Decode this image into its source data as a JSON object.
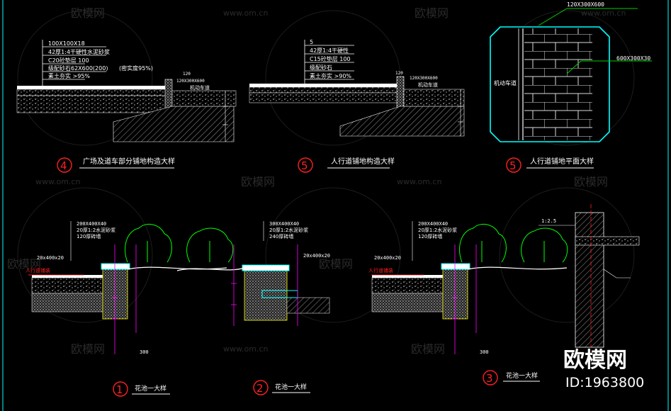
{
  "watermark": {
    "brand": "欧模网",
    "url": "www.om.cn",
    "id_label": "ID:1963800"
  },
  "colors": {
    "background": "#000000",
    "line": "#ffffff",
    "cyan": "#00ffff",
    "green": "#00ff00",
    "magenta": "#ff00ff",
    "yellow": "#ffff00",
    "red": "#ff2020",
    "leader_green": "#00cc00",
    "watermark": "#2a2a2a"
  },
  "detail_top_left": {
    "number": "4",
    "title": "广场及道车部分铺地构造大样",
    "notes": [
      "100X100X18",
      "42厚1:4干硬性水泥砂浆",
      "C20砼垫层 100",
      "级配砂石62X600(200)",
      "素土夯实 >95%",
      "(密实度95%)"
    ],
    "curb": "120",
    "curb_size": "120X300X600",
    "road_label": "机动车道"
  },
  "detail_top_mid": {
    "number": "5",
    "title": "人行道铺地构造大样",
    "notes": [
      "5",
      "42厚1:4干硬性",
      "C15砼垫层 100",
      "级配砂石",
      "素土夯实 >90%"
    ],
    "curb": "120",
    "curb_size": "120X300X600",
    "road_label": "机动车道"
  },
  "detail_top_right": {
    "number": "5",
    "title": "人行道铺地平面大样",
    "top_label": "120X300X600",
    "side_label": "600X300X30",
    "road_label": "机动车道"
  },
  "detail_bot_1": {
    "number": "1",
    "title": "花池一大样",
    "notes": [
      "200X400X40",
      "20厚1:2水泥砂浆",
      "120厚砖墙",
      "20x400x20"
    ],
    "left_label": "人行道铺装",
    "dim": "300"
  },
  "detail_bot_2": {
    "number": "2",
    "title": "花池一大样",
    "notes": [
      "300X400X40",
      "20厚1:2水泥砂浆",
      "240厚砖墙",
      "20x400x20"
    ]
  },
  "detail_bot_3": {
    "number": "3",
    "title": "花池一大样",
    "notes": [
      "200X400X40",
      "20厚1:2水泥砂浆",
      "120厚砖墙",
      "20x400x20"
    ],
    "left_label": "人行道铺装",
    "dim": "300",
    "wall_note": "1:2.5"
  }
}
